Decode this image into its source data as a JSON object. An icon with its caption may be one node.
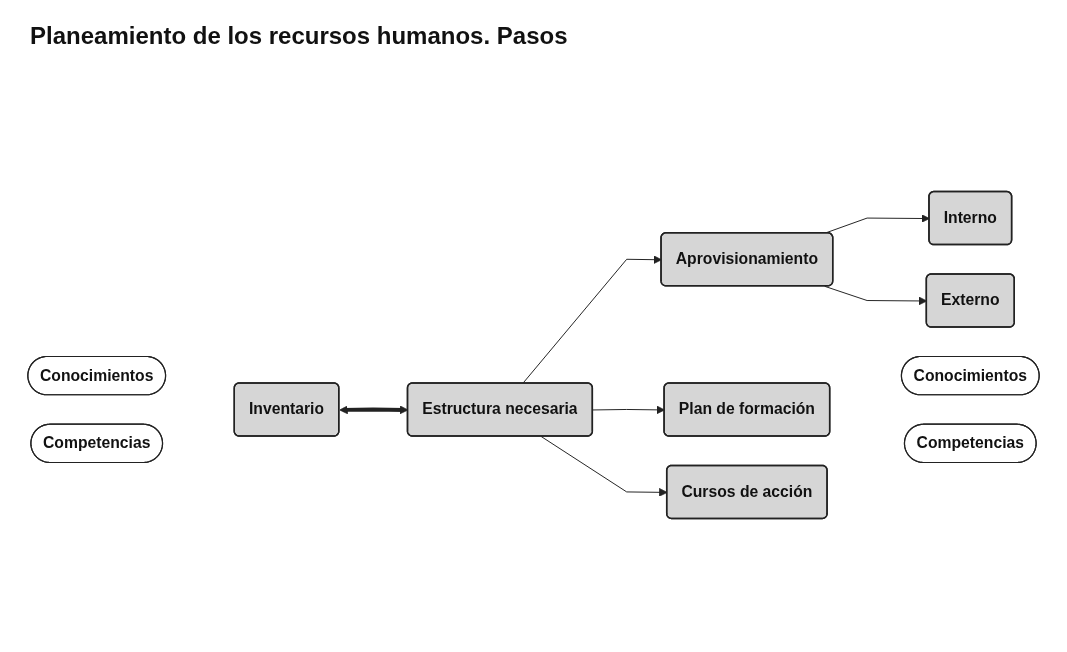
{
  "diagram": {
    "title": "Planeamiento de los recursos humanos. Pasos",
    "nodes": [
      {
        "text": [
          "Inventario"
        ]
      },
      {
        "text": [
          "Conocimientos"
        ]
      },
      {
        "text": [
          "Competencias"
        ]
      },
      {
        "text": [
          "Estructura necesaria"
        ]
      },
      {
        "text": [
          "Aprovisionamiento"
        ]
      },
      {
        "text": [
          "Interno"
        ]
      },
      {
        "text": [
          "Externo"
        ]
      },
      {
        "text": [
          "Plan de formación"
        ]
      },
      {
        "text": [
          "Conocimientos"
        ]
      },
      {
        "text": [
          "Competencias"
        ]
      },
      {
        "text": [
          "Cursos de acción"
        ]
      }
    ],
    "edges": [
      {
        "from": 0,
        "to": 3,
        "arrow": "both",
        "style": "thick"
      },
      {
        "from": 3,
        "to": 4,
        "arrow": "to"
      },
      {
        "from": 4,
        "to": 5,
        "arrow": "to"
      },
      {
        "from": 4,
        "to": 6,
        "arrow": "to"
      },
      {
        "from": 3,
        "to": 7,
        "arrow": "to"
      },
      {
        "from": 3,
        "to": 10,
        "arrow": "to"
      }
    ]
  }
}
